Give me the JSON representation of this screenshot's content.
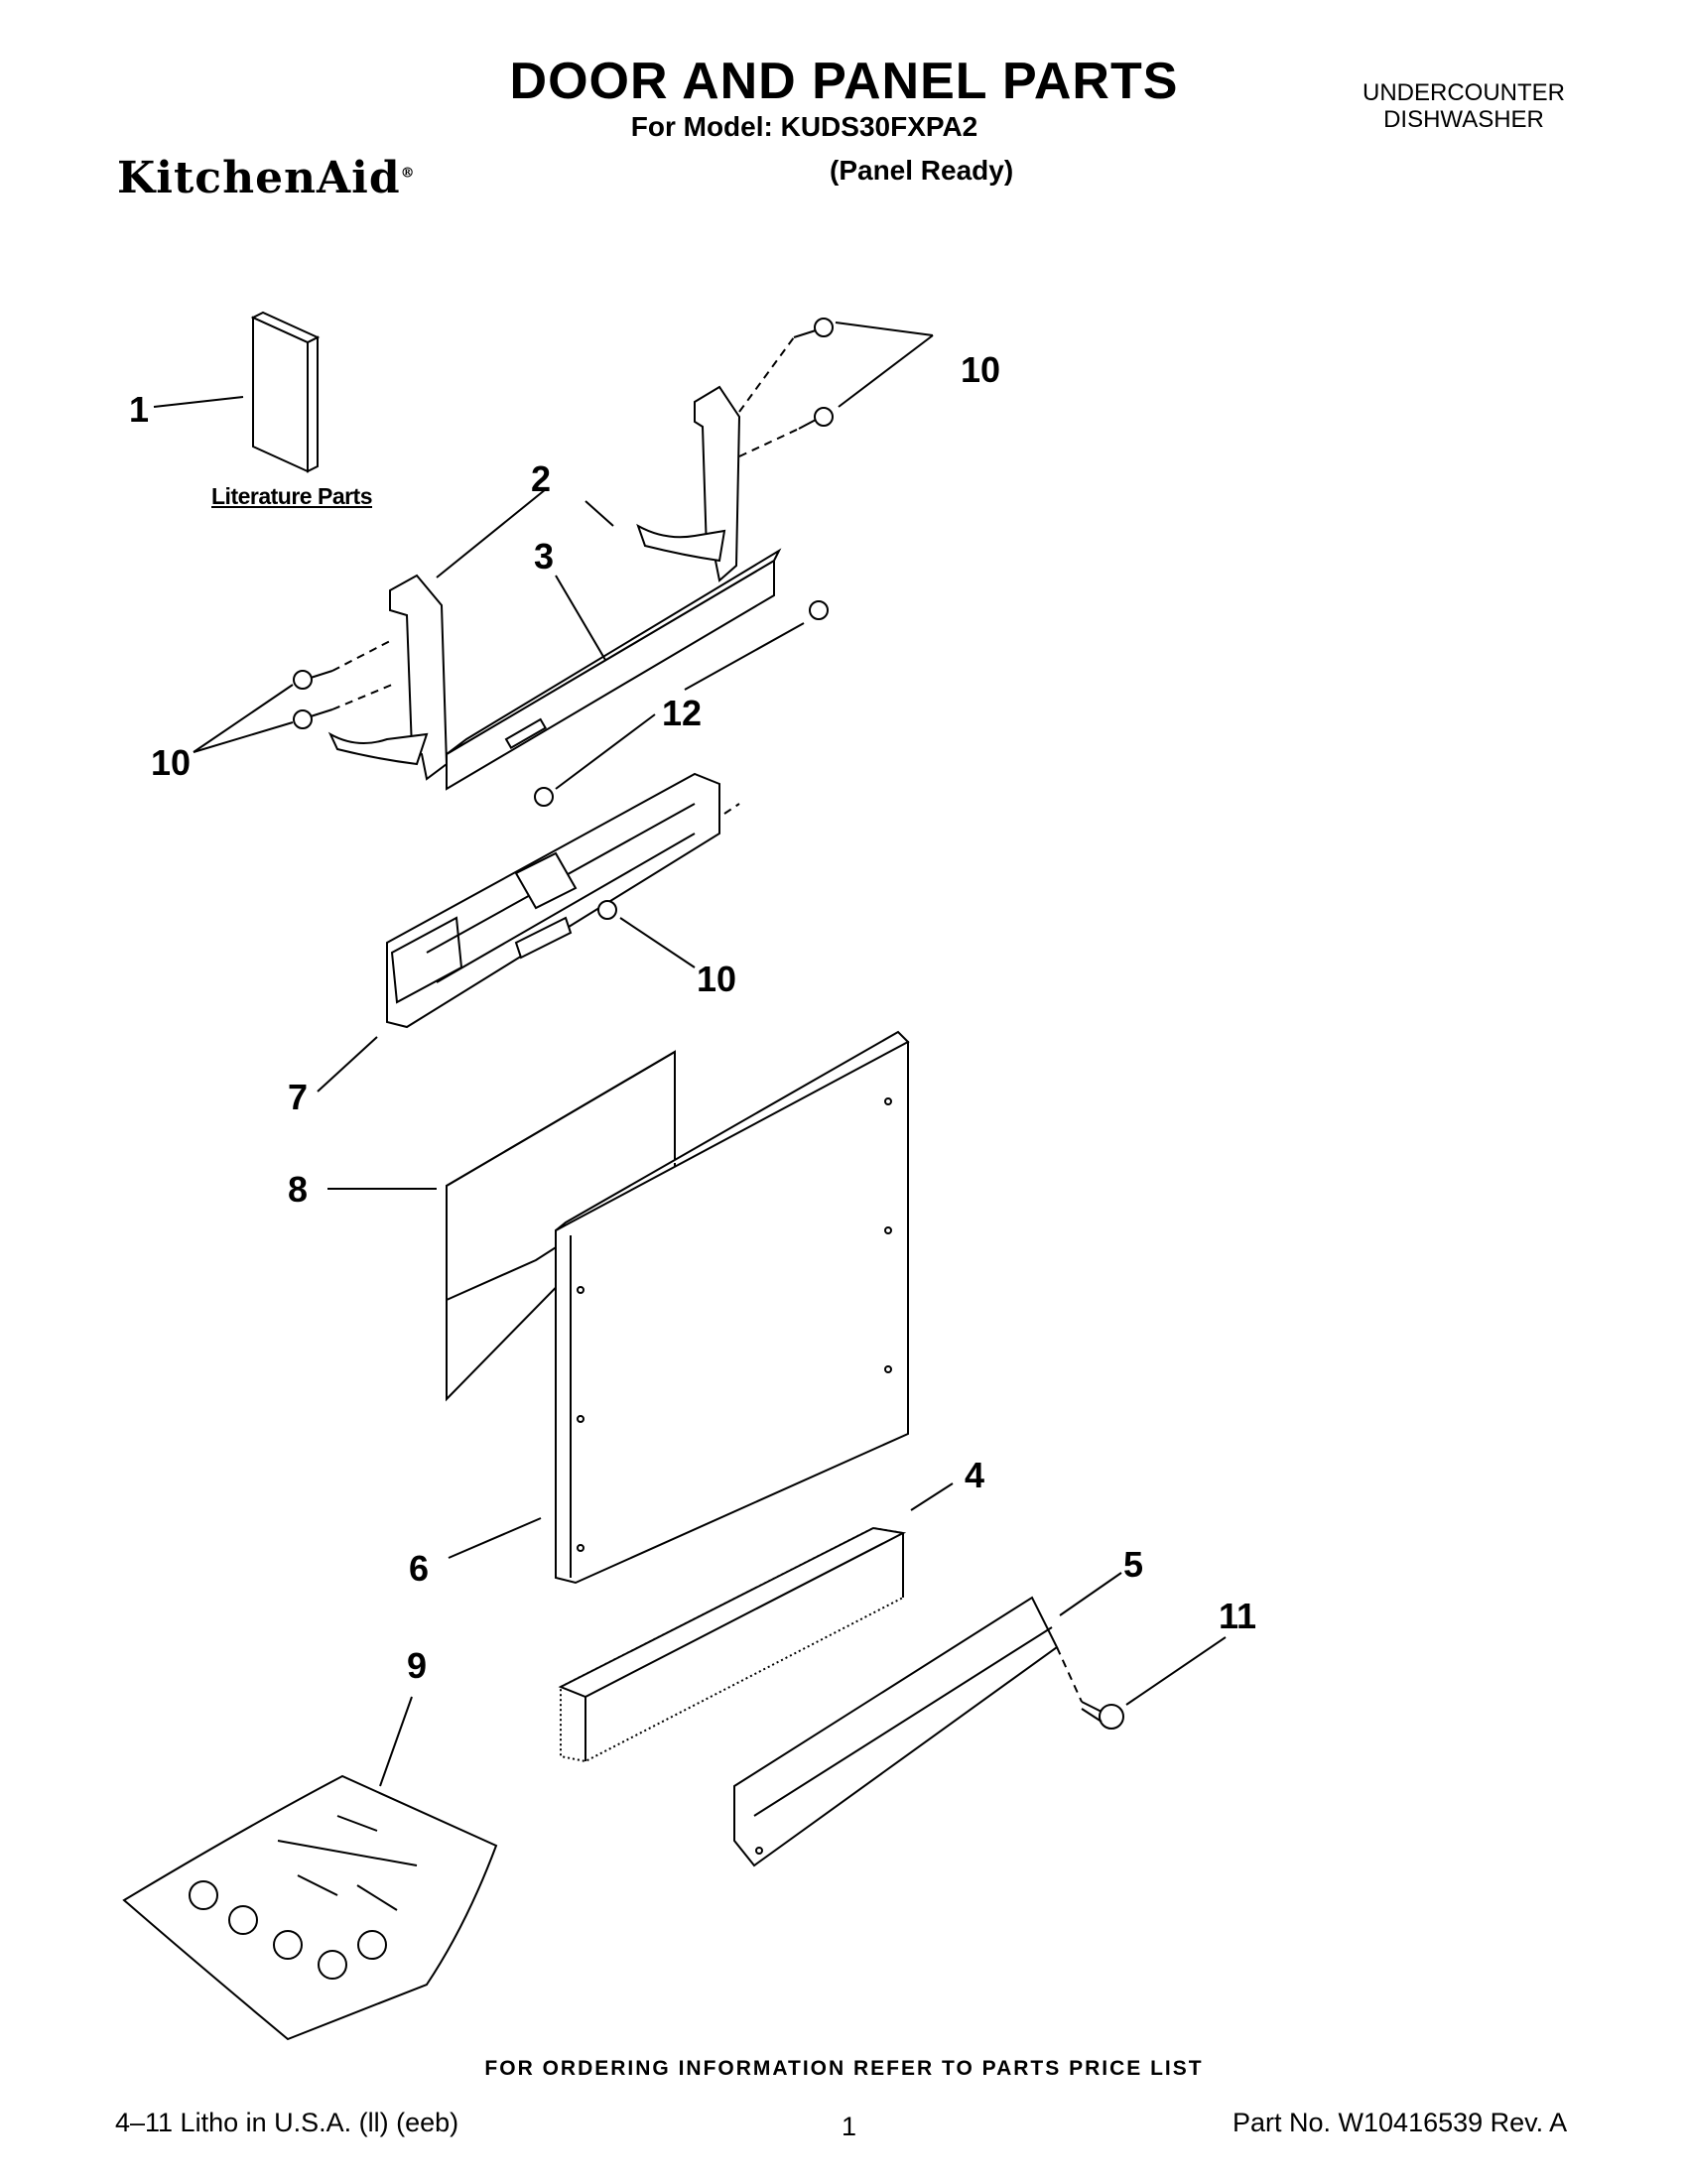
{
  "header": {
    "title": "DOOR AND PANEL PARTS",
    "model_line": "For Model: KUDS30FXPA2",
    "variant": "(Panel Ready)",
    "appliance_type_line1": "UNDERCOUNTER",
    "appliance_type_line2": "DISHWASHER",
    "brand": "KitchenAid"
  },
  "diagram": {
    "literature_label": "Literature Parts",
    "callouts": [
      "1",
      "2",
      "3",
      "4",
      "5",
      "6",
      "7",
      "8",
      "9",
      "10",
      "10",
      "10",
      "11",
      "12"
    ]
  },
  "footer": {
    "ordering_note": "FOR ORDERING INFORMATION REFER TO PARTS PRICE LIST",
    "litho": "4–11 Litho in U.S.A. (ll) (eeb)",
    "page_number": "1",
    "part_number": "Part No. W10416539 Rev. A"
  }
}
